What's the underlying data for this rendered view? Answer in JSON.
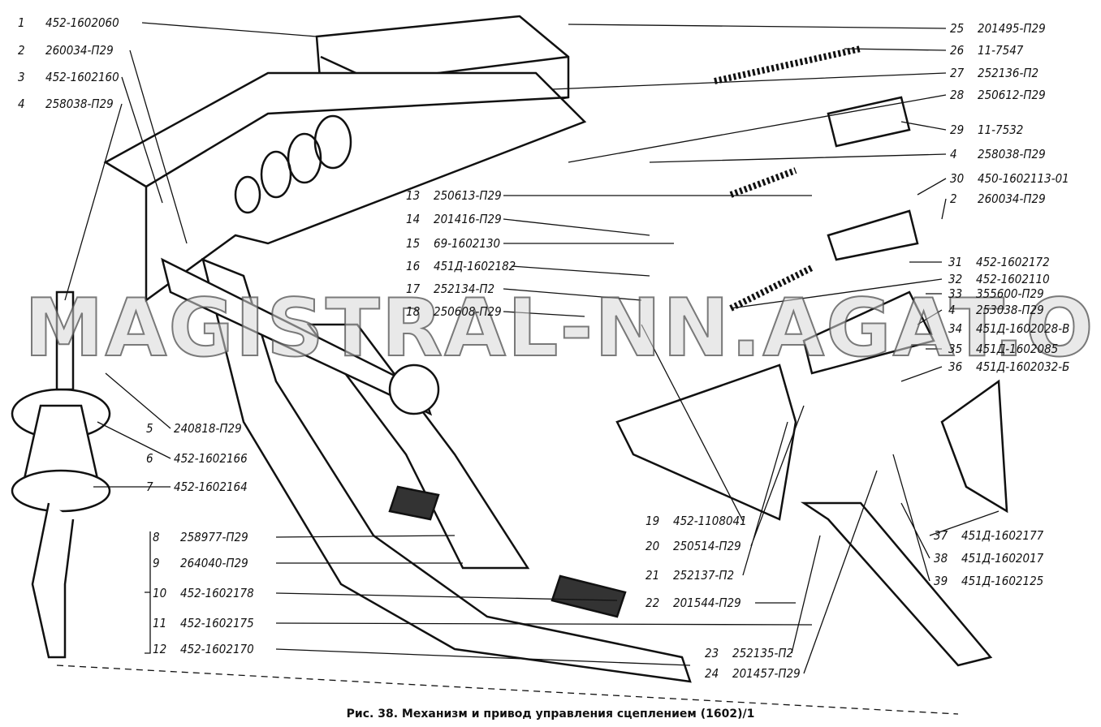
{
  "title": "Механизм и привод управления сцеплением",
  "caption": "Рис. 38. Механизм и привод управления сцеплением (1602)/1",
  "watermark": "MAGISTRAL-NN.AGAT.ONLINE",
  "parts": [
    {
      "num": "1",
      "code": "452-1602060"
    },
    {
      "num": "2",
      "code": "260034-П29"
    },
    {
      "num": "3",
      "code": "452-1602160"
    },
    {
      "num": "4",
      "code": "258038-П29"
    },
    {
      "num": "5",
      "code": "240818-П29"
    },
    {
      "num": "6",
      "code": "452-1602166"
    },
    {
      "num": "7",
      "code": "452-1602164"
    },
    {
      "num": "8",
      "code": "258977-П29"
    },
    {
      "num": "9",
      "code": "264040-П29"
    },
    {
      "num": "10",
      "code": "452-1602178"
    },
    {
      "num": "11",
      "code": "452-1602175"
    },
    {
      "num": "12",
      "code": "452-1602170"
    },
    {
      "num": "13",
      "code": "250613-П29"
    },
    {
      "num": "14",
      "code": "201416-П29"
    },
    {
      "num": "15",
      "code": "69-1602130"
    },
    {
      "num": "16",
      "code": "451Д-1602182"
    },
    {
      "num": "17",
      "code": "252134-П2"
    },
    {
      "num": "18",
      "code": "250608-П29"
    },
    {
      "num": "19",
      "code": "452-1108041"
    },
    {
      "num": "20",
      "code": "250514-П29"
    },
    {
      "num": "21",
      "code": "252137-П2"
    },
    {
      "num": "22",
      "code": "201544-П29"
    },
    {
      "num": "23",
      "code": "252135-П2"
    },
    {
      "num": "24",
      "code": "201457-П29"
    },
    {
      "num": "25",
      "code": "201495-П29"
    },
    {
      "num": "26",
      "code": "11-7547"
    },
    {
      "num": "27",
      "code": "252136-П2"
    },
    {
      "num": "28",
      "code": "250612-П29"
    },
    {
      "num": "29",
      "code": "11-7532"
    },
    {
      "num": "4",
      "code": "258038-П29"
    },
    {
      "num": "30",
      "code": "450-1602113-01"
    },
    {
      "num": "2",
      "code": "260034-П29"
    },
    {
      "num": "31",
      "code": "452-1602172"
    },
    {
      "num": "32",
      "code": "452-1602110"
    },
    {
      "num": "33",
      "code": "355600-П29"
    },
    {
      "num": "4",
      "code": "253038-П29"
    },
    {
      "num": "34",
      "code": "451Д-1602028-В"
    },
    {
      "num": "35",
      "code": "451Д-1602085"
    },
    {
      "num": "36",
      "code": "451Д-1602032-Б"
    },
    {
      "num": "37",
      "code": "451Д-1602177"
    },
    {
      "num": "38",
      "code": "451Д-1602017"
    },
    {
      "num": "39",
      "code": "451Д-1602125"
    }
  ]
}
